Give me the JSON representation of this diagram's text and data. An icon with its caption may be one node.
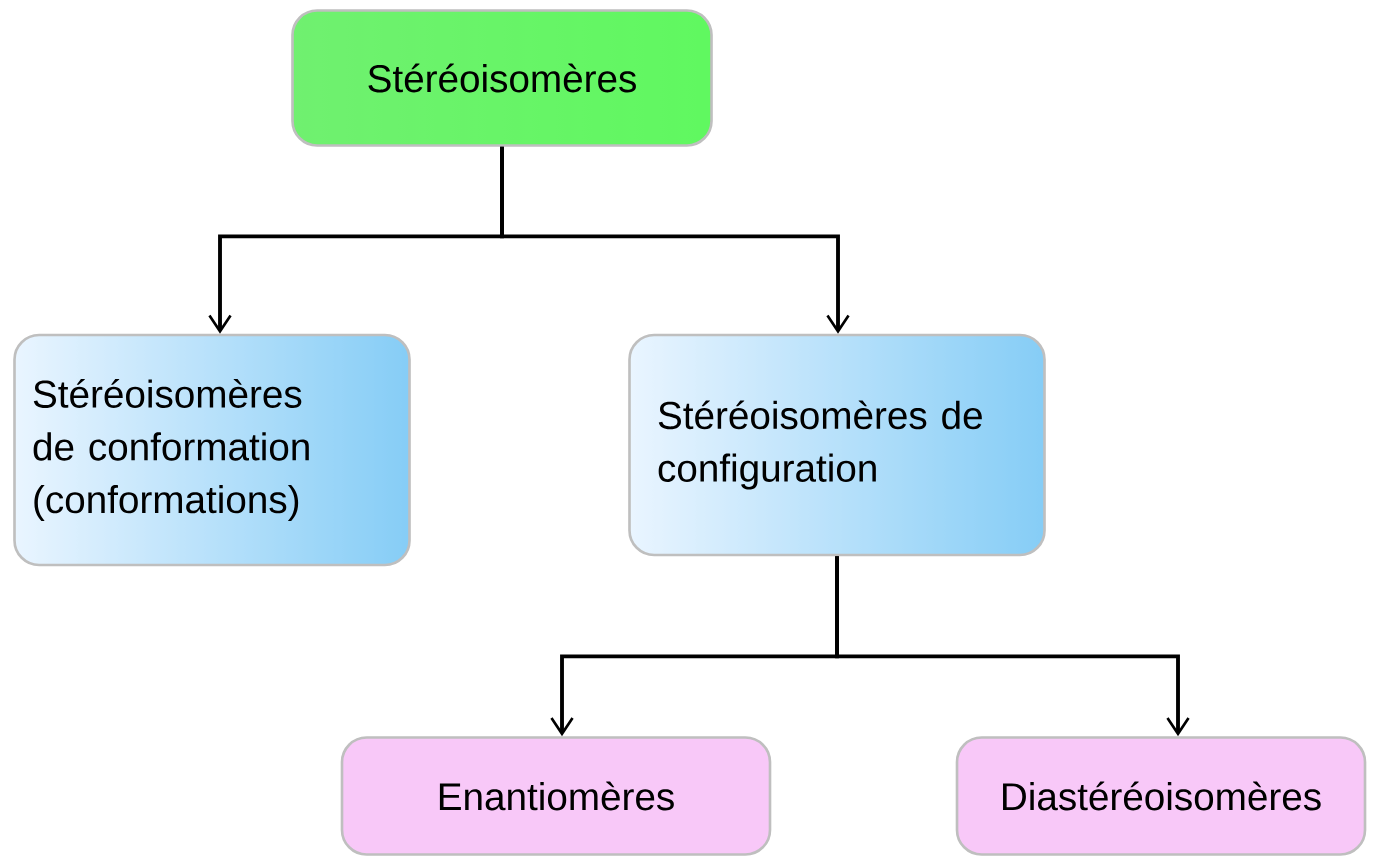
{
  "diagram": {
    "nodes": [
      {
        "text": [
          "Stéréoisomères"
        ]
      },
      {
        "text": [
          "Stéréoisomères de conformation (conformations)"
        ]
      },
      {
        "text": [
          "Stéréoisomères de configuration"
        ]
      },
      {
        "text": [
          "Enantiomères"
        ]
      },
      {
        "text": [
          "Diastéréoisomères"
        ]
      }
    ],
    "edges": [
      {
        "from": 0,
        "to": 1,
        "arrow": "to"
      },
      {
        "from": 0,
        "to": 2,
        "arrow": "to"
      },
      {
        "from": 2,
        "to": 3,
        "arrow": "to"
      },
      {
        "from": 2,
        "to": 4,
        "arrow": "to"
      }
    ]
  }
}
